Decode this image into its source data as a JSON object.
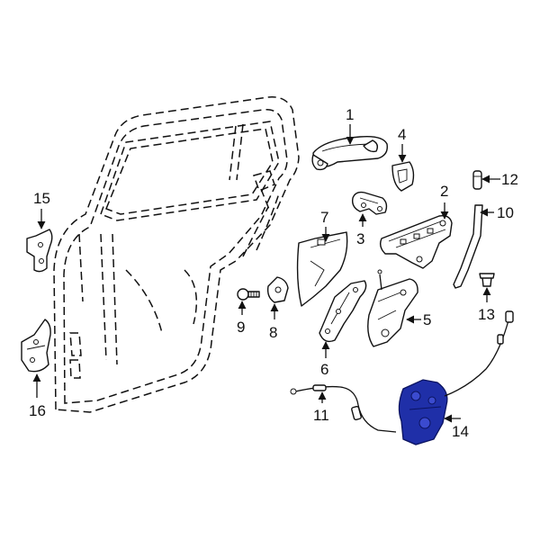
{
  "diagram": {
    "callouts": [
      "1",
      "2",
      "3",
      "4",
      "5",
      "6",
      "7",
      "8",
      "9",
      "10",
      "11",
      "12",
      "13",
      "14",
      "15",
      "16"
    ],
    "highlight_color": "#1f2fa8",
    "highlighted_part": "14"
  }
}
